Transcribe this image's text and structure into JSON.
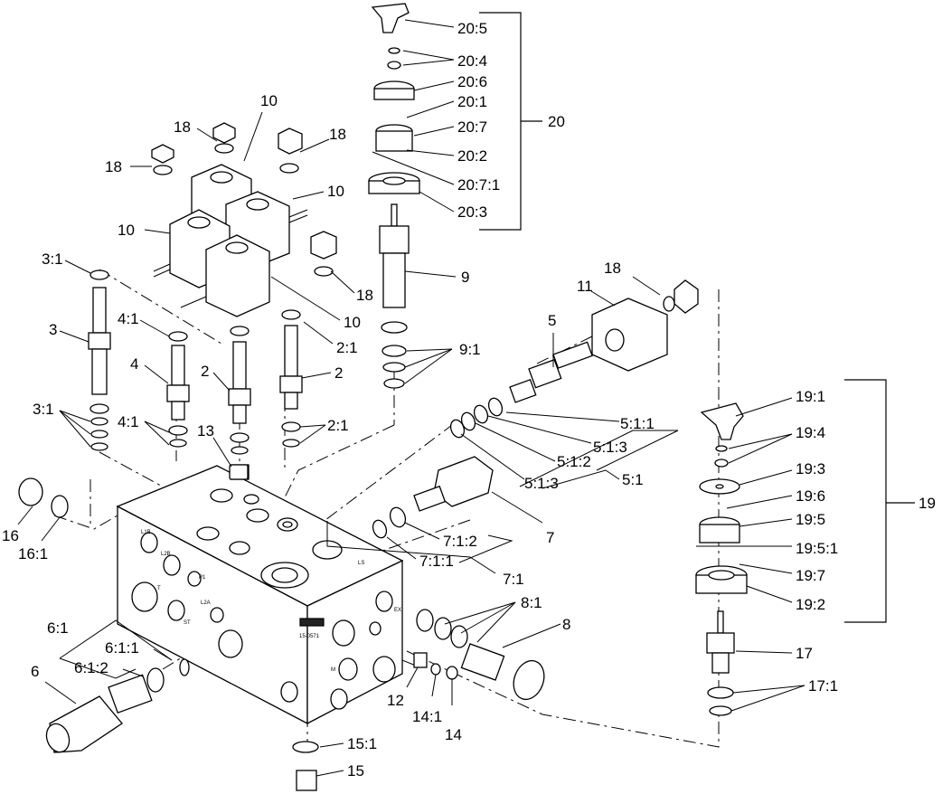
{
  "labels": {
    "l20_5": "20:5",
    "l20_4": "20:4",
    "l20_6": "20:6",
    "l20_1": "20:1",
    "l20_7": "20:7",
    "l20_2": "20:2",
    "l20_7_1": "20:7:1",
    "l20_3": "20:3",
    "l20": "20",
    "l9": "9",
    "l9_1": "9:1",
    "l10a": "10",
    "l10b": "10",
    "l10c": "10",
    "l10d": "10",
    "l18a": "18",
    "l18b": "18",
    "l18c": "18",
    "l18d": "18",
    "l18e": "18",
    "l11": "11",
    "l5": "5",
    "l3_1a": "3:1",
    "l3": "3",
    "l3_1b": "3:1",
    "l4_1a": "4:1",
    "l4": "4",
    "l4_1b": "4:1",
    "l2a": "2",
    "l2b": "2",
    "l2_1a": "2:1",
    "l2_1b": "2:1",
    "l13": "13",
    "l5_1_1": "5:1:1",
    "l5_1_3a": "5:1:3",
    "l5_1_2": "5:1:2",
    "l5_1_3b": "5:1:3",
    "l5_1": "5:1",
    "l16": "16",
    "l16_1": "16:1",
    "l7": "7",
    "l7_1_2": "7:1:2",
    "l7_1_1": "7:1:1",
    "l7_1": "7:1",
    "l8_1": "8:1",
    "l8": "8",
    "l6_1": "6:1",
    "l6_1_1": "6:1:1",
    "l6_1_2": "6:1:2",
    "l6": "6",
    "l12": "12",
    "l14_1": "14:1",
    "l14": "14",
    "l15_1": "15:1",
    "l15": "15",
    "l19_1": "19:1",
    "l19_4": "19:4",
    "l19_3": "19:3",
    "l19_6": "19:6",
    "l19_5": "19:5",
    "l19_5_1": "19:5:1",
    "l19_7": "19:7",
    "l19_2": "19:2",
    "l19": "19",
    "l17": "17",
    "l17_1": "17:1"
  },
  "block_markings": {
    "m1": "L1B",
    "m2": "L2B",
    "m3": "P1",
    "m4": "T",
    "m5": "ST",
    "m6": "L2A",
    "m7": "LS",
    "m8": "EX",
    "m9": "M",
    "m10": "15-0571"
  }
}
